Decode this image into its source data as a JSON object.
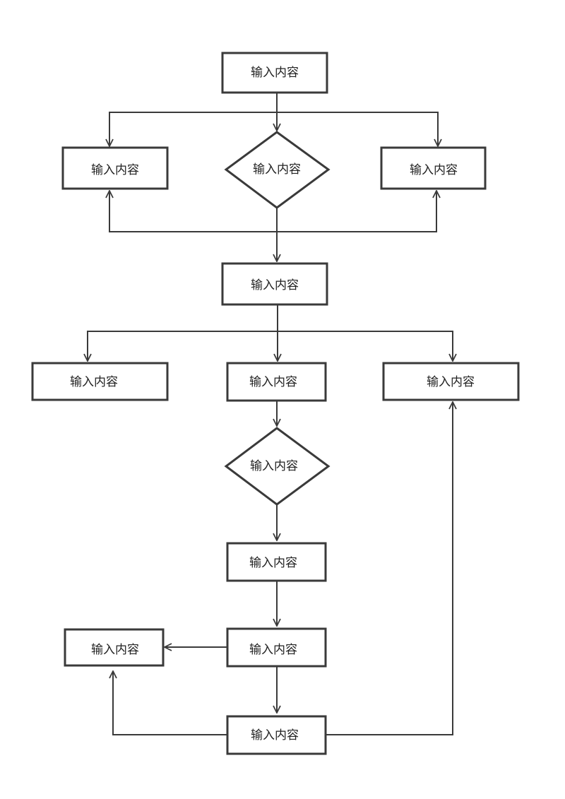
{
  "diagram": {
    "type": "flowchart",
    "stroke_color": "#3a3a3a",
    "background": "#ffffff",
    "nodes": [
      {
        "id": "n1",
        "shape": "rect",
        "label": "输入内容"
      },
      {
        "id": "n2",
        "shape": "rect",
        "label": "输入内容"
      },
      {
        "id": "n3",
        "shape": "diamond",
        "label": "输入内容"
      },
      {
        "id": "n4",
        "shape": "rect",
        "label": "输入内容"
      },
      {
        "id": "n5",
        "shape": "rect",
        "label": "输入内容"
      },
      {
        "id": "n6",
        "shape": "rect",
        "label": "输入内容"
      },
      {
        "id": "n7",
        "shape": "rect",
        "label": "输入内容"
      },
      {
        "id": "n8",
        "shape": "rect",
        "label": "输入内容"
      },
      {
        "id": "n9",
        "shape": "diamond",
        "label": "输入内容"
      },
      {
        "id": "n10",
        "shape": "rect",
        "label": "输入内容"
      },
      {
        "id": "n11",
        "shape": "rect",
        "label": "输入内容"
      },
      {
        "id": "n12",
        "shape": "rect",
        "label": "输入内容"
      },
      {
        "id": "n13",
        "shape": "rect",
        "label": "输入内容"
      }
    ],
    "edges": [
      {
        "from": "n1",
        "to": "n2"
      },
      {
        "from": "n1",
        "to": "n3"
      },
      {
        "from": "n1",
        "to": "n4"
      },
      {
        "from": "n3",
        "to": "n2"
      },
      {
        "from": "n3",
        "to": "n4"
      },
      {
        "from": "n3",
        "to": "n5"
      },
      {
        "from": "n5",
        "to": "n6"
      },
      {
        "from": "n5",
        "to": "n7"
      },
      {
        "from": "n5",
        "to": "n8"
      },
      {
        "from": "n7",
        "to": "n9"
      },
      {
        "from": "n9",
        "to": "n10"
      },
      {
        "from": "n10",
        "to": "n11"
      },
      {
        "from": "n11",
        "to": "n12"
      },
      {
        "from": "n11",
        "to": "n13"
      },
      {
        "from": "n13",
        "to": "n12"
      },
      {
        "from": "n13",
        "to": "n8"
      }
    ]
  }
}
